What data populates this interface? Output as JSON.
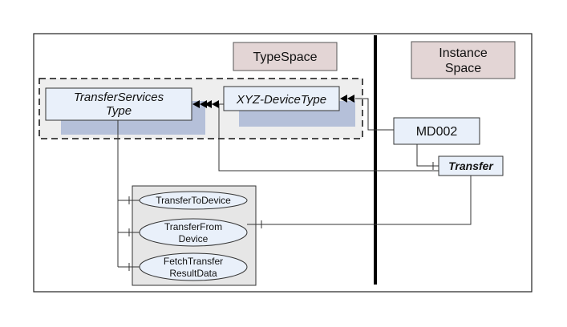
{
  "headers": {
    "type_space": "TypeSpace",
    "instance_space_line1": "Instance",
    "instance_space_line2": "Space"
  },
  "type_nodes": {
    "transfer_services_type_line1": "TransferServices",
    "transfer_services_type_line2": "Type",
    "xyz_device_type": "XYZ-DeviceType"
  },
  "instance_nodes": {
    "md002": "MD002",
    "transfer": "Transfer"
  },
  "methods": [
    {
      "line1": "TransferToDevice",
      "line2": ""
    },
    {
      "line1": "TransferFrom",
      "line2": "Device"
    },
    {
      "line1": "FetchTransfer",
      "line2": "ResultData"
    }
  ],
  "colors": {
    "header_fill": "#e3d5d5",
    "node_fill": "#e9f0fa",
    "node_shadow": "#b5c0d9",
    "group_fill": "#eeeeee",
    "methods_fill": "#e6e6e6",
    "separator": "#000000"
  }
}
